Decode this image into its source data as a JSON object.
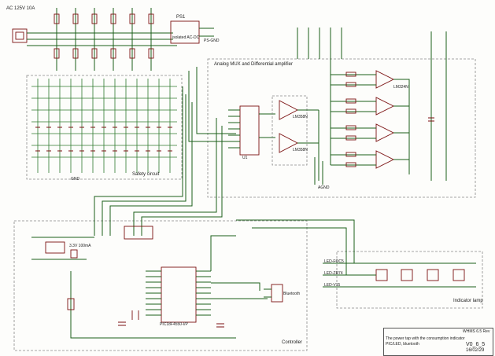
{
  "sections": {
    "analog": "Analog MUX and Differential amplifier",
    "safety": "Safety circuit",
    "controller": "Controller",
    "indicator": "Indicator lamp"
  },
  "labels": {
    "ac_inlet": "AC 125V 10A",
    "ps": "PS1",
    "ps_module": "isolated AC-DC",
    "ps_gnd": "PS-GND",
    "mux": "U1",
    "opamp_a": "LM358N",
    "opamp_b": "LM358N",
    "opamp_c": "LM324N",
    "mcu": "PIC18F4550-I/P",
    "bluetooth": "Bluetooth",
    "reg": "3.3V 100mA",
    "led_top": "LED-FOC5",
    "led_mid": "LED-ZR74",
    "led_bot": "LED-V15",
    "gnd": "GND",
    "agnd": "AGND"
  },
  "title_block": {
    "name": "WHMS 6.5 Rev",
    "desc": "The power tap with the consumption indicator",
    "sub": "PIC/LED, bluetooth",
    "version": "V0_6_5",
    "date": "16/02/29"
  }
}
